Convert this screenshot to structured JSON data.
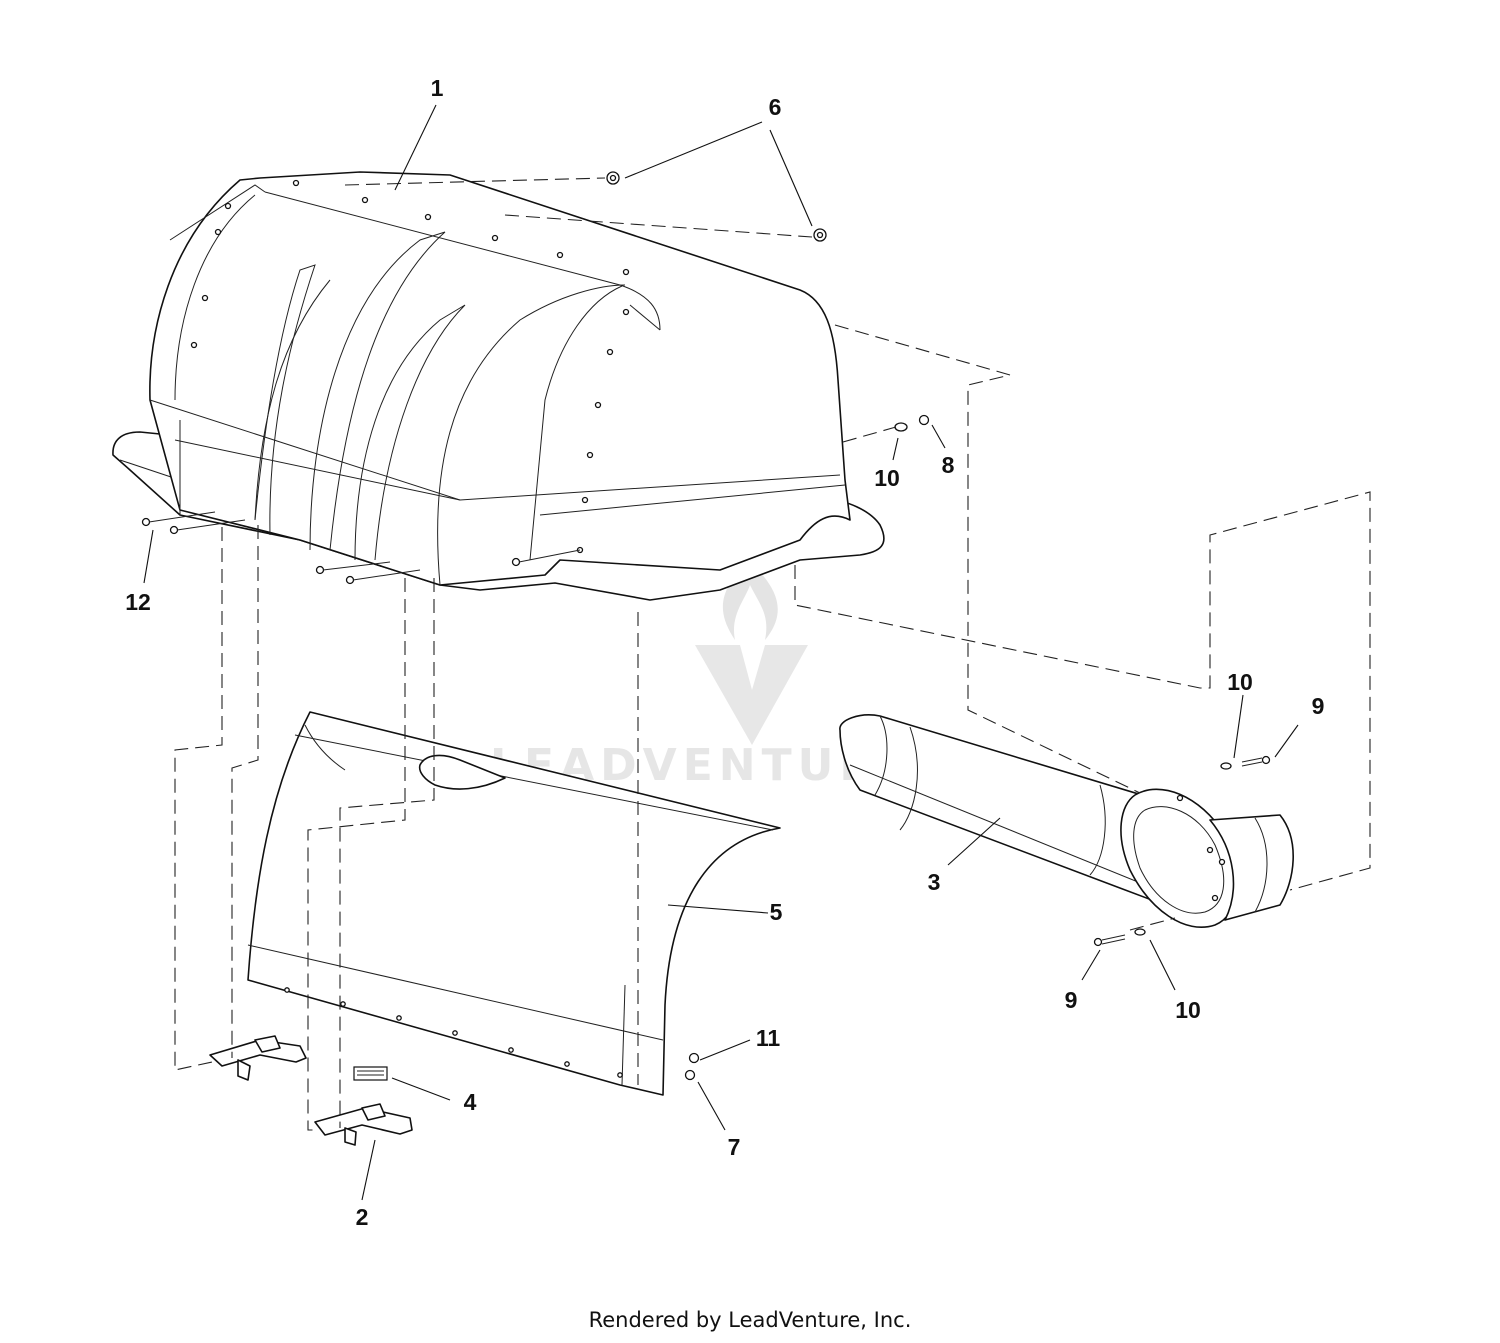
{
  "footer": {
    "text": "Rendered by LeadVenture, Inc."
  },
  "watermark": {
    "text": "LEADVENTURE"
  },
  "callouts": {
    "c1": "1",
    "c2": "2",
    "c3": "3",
    "c4": "4",
    "c5": "5",
    "c6": "6",
    "c7": "7",
    "c8": "8",
    "c9a": "9",
    "c9b": "9",
    "c10a": "10",
    "c10b": "10",
    "c10c": "10",
    "c11": "11",
    "c12": "12"
  }
}
